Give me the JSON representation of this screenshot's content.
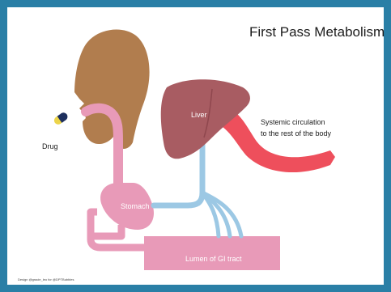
{
  "title": "First Pass Metabolism",
  "labels": {
    "drug": "Drug",
    "liver": "Liver",
    "systemic_line1": "Systemic circulation",
    "systemic_line2": "to the rest of the body",
    "stomach": "Stomach",
    "lumen": "Lumen of GI tract"
  },
  "credit": "Design @gracie_leo for @DPTBubbles",
  "colors": {
    "frame": "#2a7fa6",
    "head": "#b17d4e",
    "gi_tract": "#e89ab8",
    "liver": "#a85c62",
    "vessel": "#9cc8e4",
    "systemic": "#ee4f5c",
    "pill_dark": "#1d2f5e",
    "pill_light": "#ecd44a"
  }
}
